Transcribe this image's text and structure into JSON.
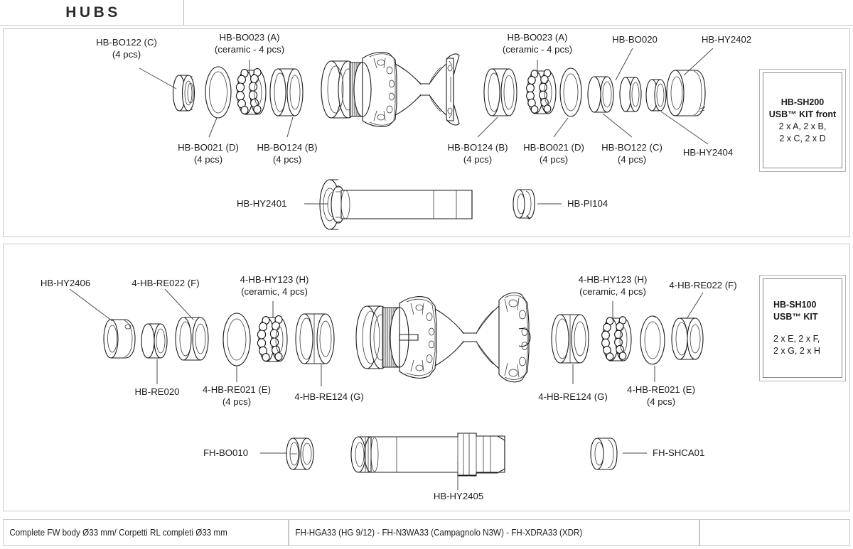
{
  "tab": {
    "label": "HUBS"
  },
  "front_section": {
    "labels_top": [
      {
        "line1": "HB-BO122 (C)",
        "line2": "(4 pcs)"
      },
      {
        "line1": "HB-BO023 (A)",
        "line2": "(ceramic - 4 pcs)"
      },
      {
        "line1": "HB-BO023 (A)",
        "line2": "(ceramic - 4 pcs)"
      },
      {
        "line1": "HB-BO020",
        "line2": ""
      },
      {
        "line1": "HB-HY2402",
        "line2": ""
      }
    ],
    "labels_bottom": [
      {
        "line1": "HB-BO021 (D)",
        "line2": "(4 pcs)"
      },
      {
        "line1": "HB-BO124 (B)",
        "line2": "(4 pcs)"
      },
      {
        "line1": "HB-BO124 (B)",
        "line2": "(4 pcs)"
      },
      {
        "line1": "HB-BO021 (D)",
        "line2": "(4 pcs)"
      },
      {
        "line1": "HB-BO122 (C)",
        "line2": "(4 pcs)"
      },
      {
        "line1": "HB-HY2404",
        "line2": ""
      }
    ],
    "axle_labels": [
      {
        "line1": "HB-HY2401",
        "line2": ""
      },
      {
        "line1": "HB-PI104",
        "line2": ""
      }
    ],
    "kit": {
      "title_line1": "HB-SH200",
      "title_line2": "USB™ KIT front",
      "qty_line1": "2 x A, 2 x B,",
      "qty_line2": "2 x C, 2 x D"
    }
  },
  "rear_section": {
    "labels_top": [
      {
        "line1": "HB-HY2406",
        "line2": ""
      },
      {
        "line1": "4-HB-RE022 (F)",
        "line2": ""
      },
      {
        "line1": "4-HB-HY123 (H)",
        "line2": "(ceramic, 4 pcs)"
      },
      {
        "line1": "4-HB-HY123 (H)",
        "line2": "(ceramic, 4 pcs)"
      },
      {
        "line1": "4-HB-RE022 (F)",
        "line2": ""
      }
    ],
    "labels_bottom": [
      {
        "line1": "HB-RE020",
        "line2": ""
      },
      {
        "line1": "4-HB-RE021 (E)",
        "line2": "(4 pcs)"
      },
      {
        "line1": "4-HB-RE124 (G)",
        "line2": ""
      },
      {
        "line1": "4-HB-RE124 (G)",
        "line2": ""
      },
      {
        "line1": "4-HB-RE021 (E)",
        "line2": "(4 pcs)"
      }
    ],
    "axle_labels": [
      {
        "line1": "FH-BO010",
        "line2": ""
      },
      {
        "line1": "HB-HY2405",
        "line2": ""
      },
      {
        "line1": "FH-SHCA01",
        "line2": ""
      }
    ],
    "kit": {
      "title_line1": "HB-SH100",
      "title_line2": "USB™ KIT",
      "qty_line1": "2 x E, 2 x F,",
      "qty_line2": "2 x G, 2 x H"
    }
  },
  "footer": {
    "cell1": "Complete FW body Ø33 mm/ Corpetti RL completi Ø33 mm",
    "cell2": "FH-HGA33 (HG 9/12)  - FH-N3WA33 (Campagnolo N3W)  - FH-XDRA33 (XDR)",
    "cell3": ""
  },
  "colors": {
    "border": "#c9c9c9",
    "text": "#1d1d1d",
    "leader": "#4a4a4a",
    "kit_border": "#8a8a8a"
  }
}
